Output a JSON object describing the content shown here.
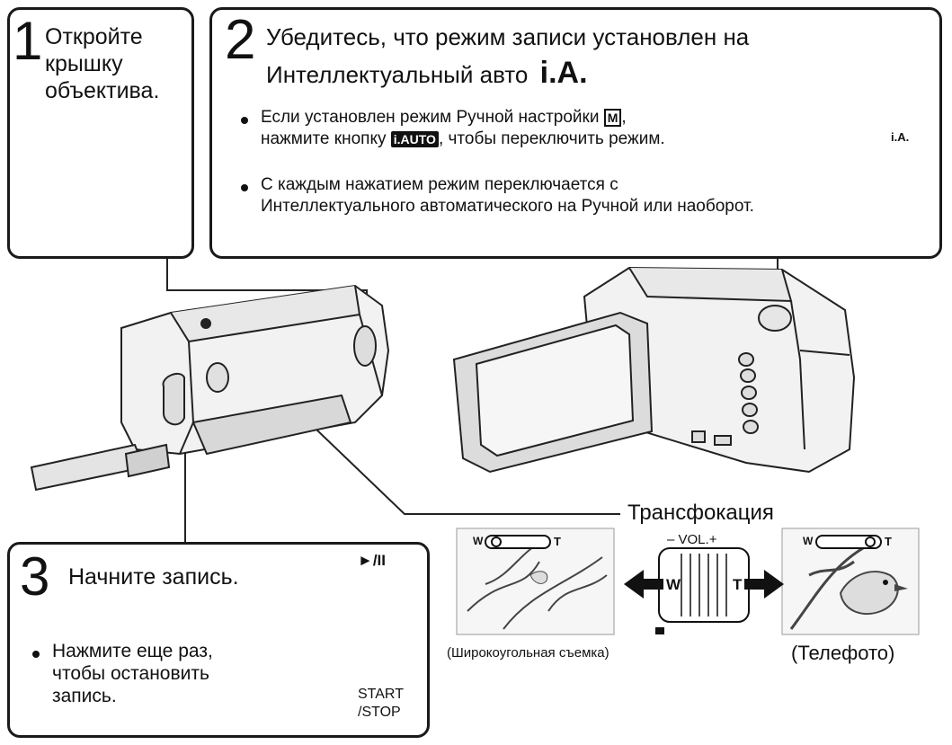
{
  "step1": {
    "number": "1",
    "text": "Откройте крышку объектива."
  },
  "step2": {
    "number": "2",
    "title_line1": "Убедитесь, что режим записи установлен на",
    "title_line2": "Интеллектуальный авто",
    "ia_symbol": "i.A.",
    "bullet1_line1": "Если установлен режим Ручной настройки",
    "bullet1_m": "M",
    "bullet1_line2a": "нажмите кнопку",
    "bullet1_iauto": "i.AUTO",
    "bullet1_line2b": ", чтобы переключить режим.",
    "bullet2_line1": "С каждым нажатием режим переключается с",
    "bullet2_line2": "Интеллектуального автоматического на Ручной или наоборот.",
    "lcd_ia": "i.A."
  },
  "step3": {
    "number": "3",
    "title": "Начните запись.",
    "bullet_line1": "Нажмите еще раз,",
    "bullet_line2": "чтобы остановить",
    "bullet_line3": "запись.",
    "play_pause": "►/II",
    "start": "START",
    "stop": "/STOP"
  },
  "zoom": {
    "title": "Трансфокация",
    "vol_label": "– VOL.+",
    "w": "W",
    "t": "T",
    "wide_caption": "(Широкоугольная съемка)",
    "tele_caption": "(Телефото)",
    "thumb_w": "W",
    "thumb_t": "T"
  },
  "icons": [
    "camera-record-icon",
    "arrow-down-icon",
    "hand-press-icon",
    "zoom-lever-icon"
  ]
}
